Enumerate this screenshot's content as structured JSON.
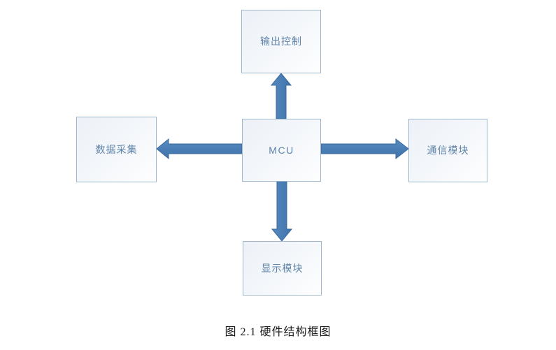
{
  "figure": {
    "caption": "图 2.1  硬件结构框图",
    "colors": {
      "arrow_fill": "#4A7EB5",
      "arrow_stroke": "#3A6A9E",
      "box_border": "#9DB7CE",
      "box_fill_start": "#EDF1F7",
      "box_fill_end": "#FEFEFF",
      "label_text": "#5E83A8",
      "caption_text": "#1a1a1a",
      "background": "#FFFFFF"
    }
  },
  "nodes": {
    "center": {
      "id": "mcu",
      "label": "MCU"
    },
    "top": {
      "id": "output-control",
      "label": "输出控制"
    },
    "left": {
      "id": "data-acquisition",
      "label": "数据采集"
    },
    "right": {
      "id": "communication-module",
      "label": "通信模块"
    },
    "bottom": {
      "id": "display-module",
      "label": "显示模块"
    }
  },
  "connections": [
    {
      "id": "mcu-to-output",
      "from": "mcu",
      "to": "output-control",
      "direction": "up",
      "style": "block-arrow",
      "heads": 1
    },
    {
      "id": "mcu-to-data",
      "from": "mcu",
      "to": "data-acquisition",
      "direction": "left",
      "style": "block-arrow",
      "heads": 1
    },
    {
      "id": "mcu-to-communication",
      "from": "mcu",
      "to": "communication-module",
      "direction": "right",
      "style": "block-arrow",
      "heads": 1
    },
    {
      "id": "mcu-to-display",
      "from": "mcu",
      "to": "display-module",
      "direction": "down",
      "style": "block-arrow",
      "heads": 1
    }
  ]
}
